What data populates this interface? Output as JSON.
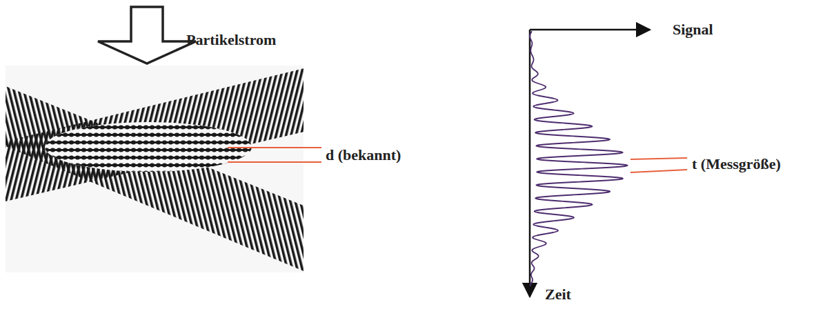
{
  "diagram": {
    "labels": [
      "Partikelstrom",
      "d (bekannt)",
      "Signal",
      "t (Messgröße)",
      "Zeit"
    ]
  }
}
